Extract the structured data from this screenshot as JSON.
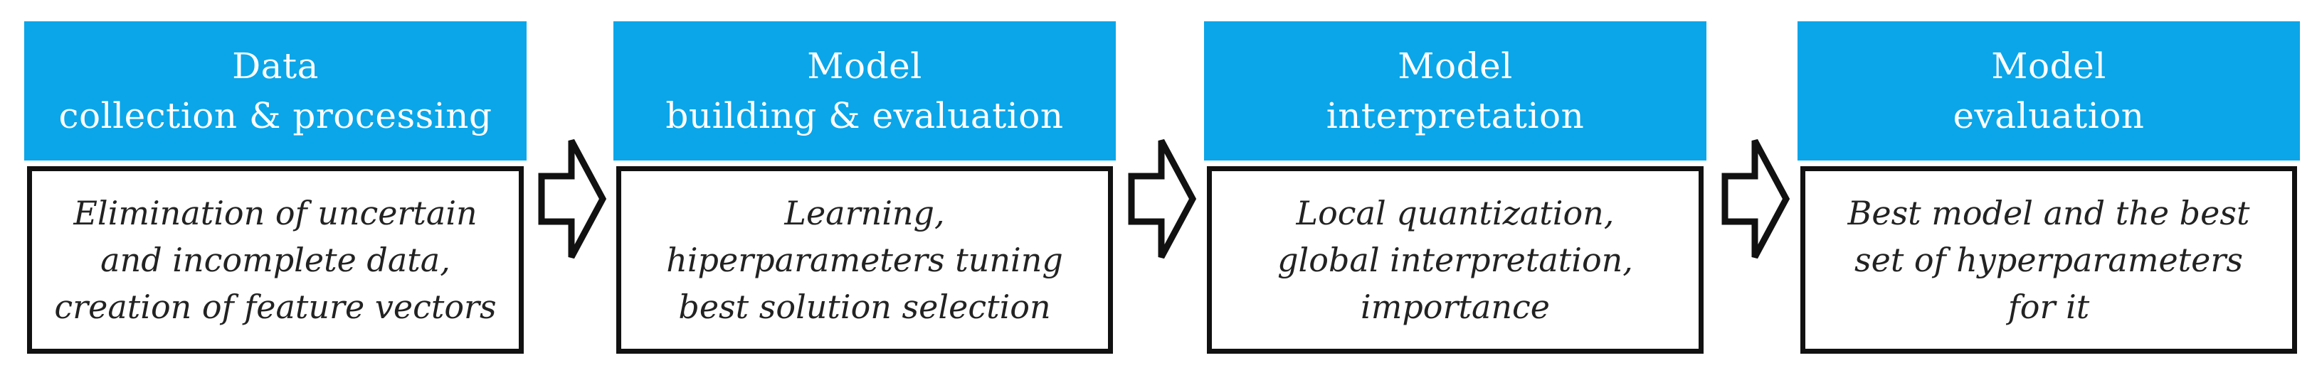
{
  "colors": {
    "header_background": "#0aa6e9",
    "header_text": "#ffffff",
    "body_border": "#111111",
    "body_text": "#222222"
  },
  "steps": [
    {
      "header_line1": "Data",
      "header_line2": "collection & processing",
      "body_line1": "Elimination of uncertain",
      "body_line2": "and incomplete data,",
      "body_line3": "creation of feature vectors"
    },
    {
      "header_line1": "Model",
      "header_line2": "building & evaluation",
      "body_line1": "Learning,",
      "body_line2": "hiperparameters tuning",
      "body_line3": "best solution selection"
    },
    {
      "header_line1": "Model",
      "header_line2": "interpretation",
      "body_line1": "Local quantization,",
      "body_line2": "global interpretation,",
      "body_line3": "importance"
    },
    {
      "header_line1": "Model",
      "header_line2": "evaluation",
      "body_line1": "Best model and the best",
      "body_line2": "set of hyperparameters",
      "body_line3": "for it"
    }
  ],
  "arrows": [
    {
      "icon": "right-arrow-icon"
    },
    {
      "icon": "right-arrow-icon"
    },
    {
      "icon": "right-arrow-icon"
    }
  ]
}
